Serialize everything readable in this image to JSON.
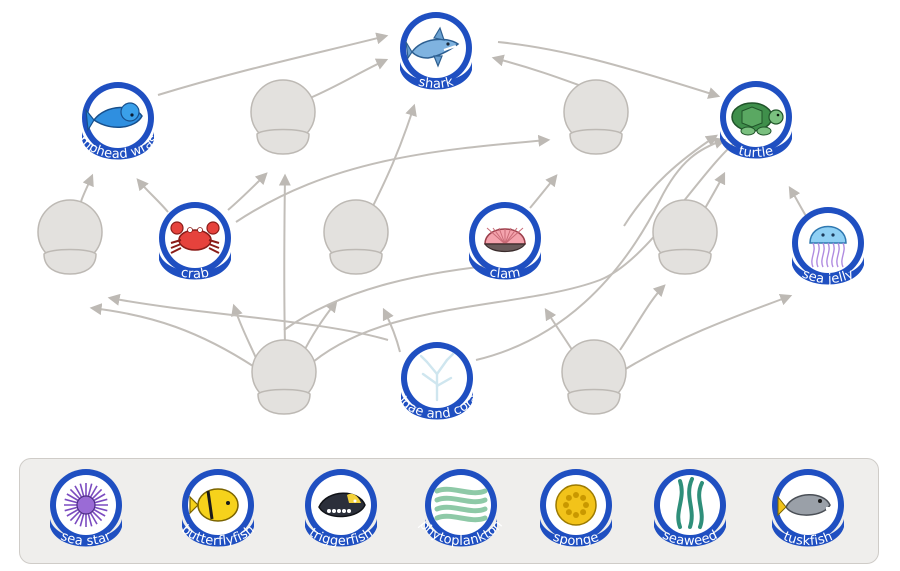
{
  "nodes": [
    {
      "id": "shark",
      "label": "shark",
      "icon": "shark-icon",
      "slot": "blue"
    },
    {
      "id": "wrasse",
      "label": "humphead wrasse",
      "icon": "humphead-wrasse-icon",
      "slot": "blue"
    },
    {
      "id": "turtle",
      "label": "turtle",
      "icon": "turtle-icon",
      "slot": "blue"
    },
    {
      "id": "crab",
      "label": "crab",
      "icon": "crab-icon",
      "slot": "blue"
    },
    {
      "id": "clam",
      "label": "clam",
      "icon": "clam-icon",
      "slot": "blue"
    },
    {
      "id": "jelly",
      "label": "sea jelly",
      "icon": "sea-jelly-icon",
      "slot": "blue"
    },
    {
      "id": "algae",
      "label": "algae and coral",
      "icon": "algae-coral-icon",
      "slot": "blue"
    },
    {
      "id": "e1",
      "label": "",
      "icon": "empty-slot-icon",
      "slot": "empty"
    },
    {
      "id": "e2",
      "label": "",
      "icon": "empty-slot-icon",
      "slot": "empty"
    },
    {
      "id": "e3",
      "label": "",
      "icon": "empty-slot-icon",
      "slot": "empty"
    },
    {
      "id": "e4",
      "label": "",
      "icon": "empty-slot-icon",
      "slot": "empty"
    },
    {
      "id": "e5",
      "label": "",
      "icon": "empty-slot-icon",
      "slot": "empty"
    },
    {
      "id": "e6",
      "label": "",
      "icon": "empty-slot-icon",
      "slot": "empty"
    },
    {
      "id": "e7",
      "label": "",
      "icon": "empty-slot-icon",
      "slot": "empty"
    }
  ],
  "tray": [
    {
      "id": "seastar",
      "label": "sea star",
      "icon": "sea-star-icon"
    },
    {
      "id": "butterflyfish",
      "label": "butterflyfish",
      "icon": "butterflyfish-icon"
    },
    {
      "id": "triggerfish",
      "label": "triggerfish",
      "icon": "triggerfish-icon"
    },
    {
      "id": "phytoplankton",
      "label": "phytoplankton",
      "icon": "phytoplankton-icon"
    },
    {
      "id": "sponge",
      "label": "sponge",
      "icon": "sponge-icon"
    },
    {
      "id": "seaweed",
      "label": "seaweed",
      "icon": "seaweed-icon"
    },
    {
      "id": "tuskfish",
      "label": "tuskfish",
      "icon": "tuskfish-icon"
    }
  ],
  "colors": {
    "ring": "#1f4fc1",
    "empty": "#e3e1de",
    "empty_stroke": "#bdb9b4",
    "arrow": "#c2beb9",
    "tray_bg": "#efeeec"
  }
}
